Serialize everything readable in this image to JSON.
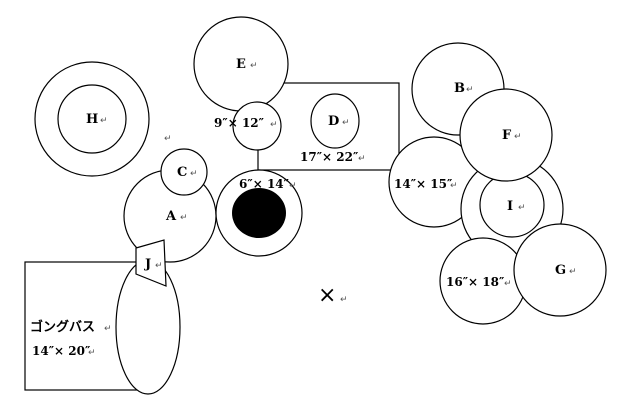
{
  "drums": {
    "a": "A",
    "b": "B",
    "c": "C",
    "d": "D",
    "e": "E",
    "f": "F",
    "g": "G",
    "h": "H",
    "i": "I",
    "j": "J"
  },
  "sizes": {
    "size_9x12": "9″× 12″",
    "size_17x22": "17″× 22″",
    "size_6x14": "6″× 14″",
    "size_14x15": "14″× 15″",
    "size_16x18": "16″× 18″"
  },
  "gong_bass": {
    "name": "ゴングバス",
    "size": "14″× 20″"
  },
  "player_position": "×",
  "return_mark": "↵",
  "colors": {
    "stroke": "#000000",
    "fill": "#ffffff",
    "snare_head": "#000000"
  }
}
